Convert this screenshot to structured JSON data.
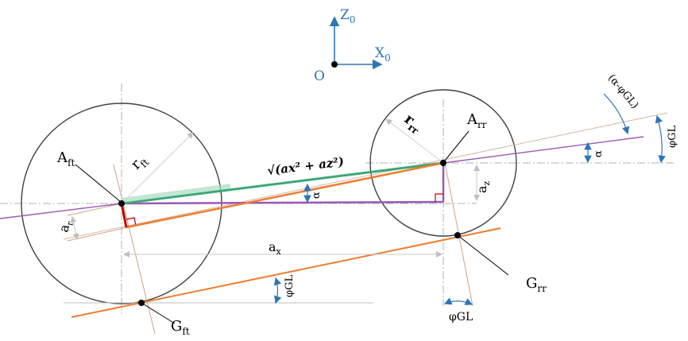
{
  "frame": {
    "axis_z": "Z",
    "axis_z_sub": "0",
    "axis_x": "X",
    "axis_x_sub": "0",
    "origin": "O",
    "color": "#2e75b6"
  },
  "labels": {
    "a_ft": "A",
    "a_ft_sub": "ft",
    "r_ft": "r",
    "r_ft_sub": "ft",
    "a_rr": "A",
    "a_rr_sub": "rr",
    "r_rr": "r",
    "r_rr_sub": "rr",
    "g_ft": "G",
    "g_ft_sub": "ft",
    "g_rr": "G",
    "g_rr_sub": "rr",
    "a_r": "a",
    "a_r_sub": "r",
    "a_x": "a",
    "a_x_sub": "x",
    "a_z": "a",
    "a_z_sub": "z",
    "alpha_mid": "α",
    "alpha_right": "α",
    "phi_gl_front": "φGL",
    "phi_gl_rear": "φGL",
    "phi_gl_right": "φGL",
    "alpha_minus_phi": "(α-φGL)",
    "sqrt_formula": "√(ax² + az²)"
  },
  "colors": {
    "green": "#3aa874",
    "orange": "#ed7d31",
    "purple": "#9b59b6",
    "red": "#c00000",
    "tan": "#c9a48a",
    "blue": "#2e75b6",
    "gray": "#a6a6a6"
  }
}
